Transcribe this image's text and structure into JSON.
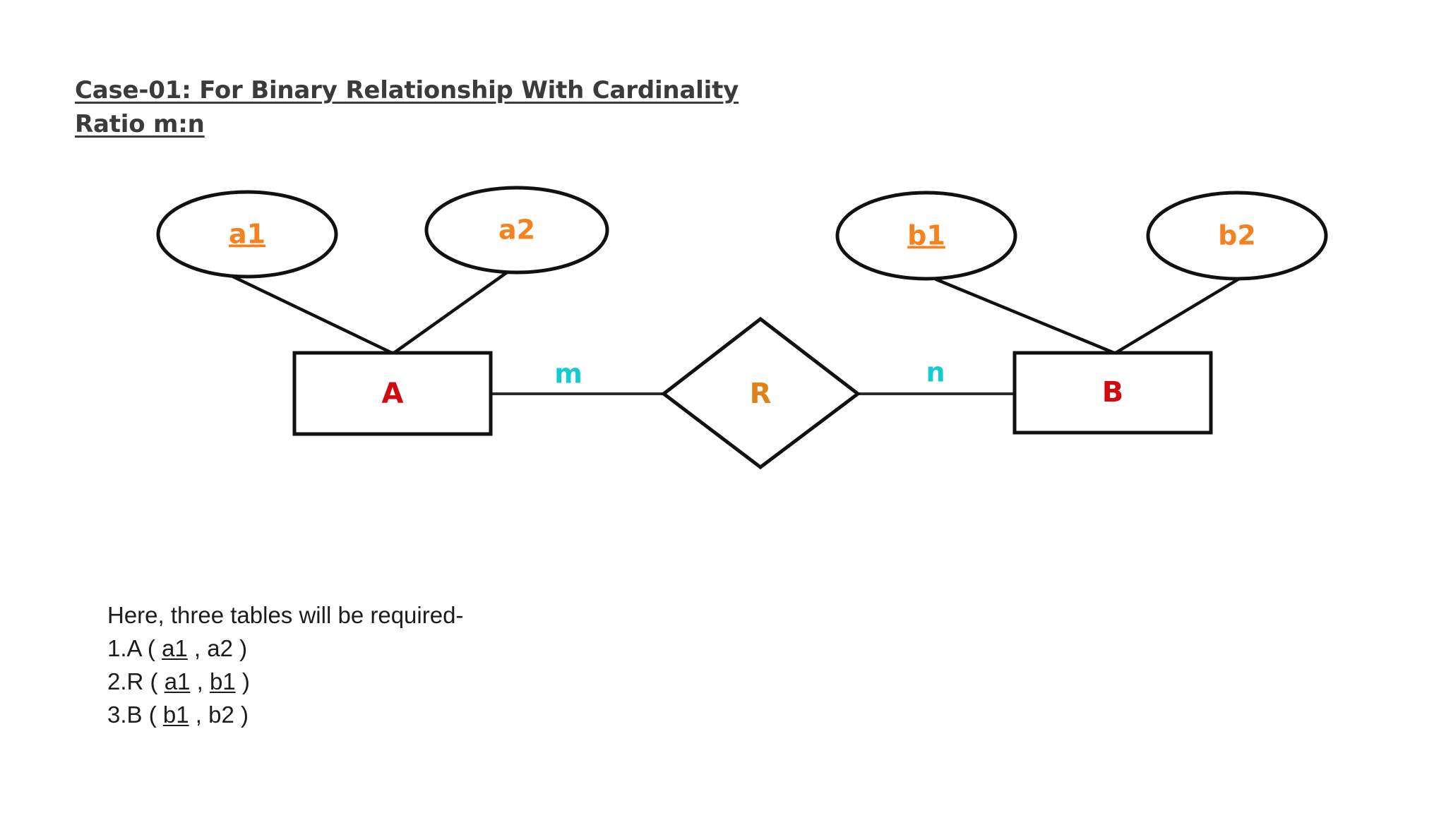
{
  "title": {
    "line1": "Case-01: For Binary Relationship With Cardinality",
    "line2": "Ratio m:n"
  },
  "colors": {
    "attribute_text": "#F58220",
    "relationship_text": "#E0821A",
    "entity_text": "#D10A10",
    "cardinality_text": "#14CBD4",
    "stroke": "#111111",
    "title_text": "#3b3b3b",
    "body_text": "#1c1c1c",
    "background": "#ffffff"
  },
  "diagram": {
    "type": "er-diagram",
    "attributes": [
      {
        "id": "a1",
        "label": "a1",
        "key": true,
        "owner": "A"
      },
      {
        "id": "a2",
        "label": "a2",
        "key": false,
        "owner": "A"
      },
      {
        "id": "b1",
        "label": "b1",
        "key": true,
        "owner": "B"
      },
      {
        "id": "b2",
        "label": "b2",
        "key": false,
        "owner": "B"
      }
    ],
    "entities": [
      {
        "id": "A",
        "label": "A"
      },
      {
        "id": "B",
        "label": "B"
      }
    ],
    "relationships": [
      {
        "id": "R",
        "label": "R",
        "from": "A",
        "to": "B"
      }
    ],
    "cardinalities": [
      {
        "id": "m",
        "label": "m",
        "side": "left",
        "between": "A-R"
      },
      {
        "id": "n",
        "label": "n",
        "side": "right",
        "between": "R-B"
      }
    ]
  },
  "notes": {
    "heading": "Here, three tables will be required-",
    "items": [
      {
        "num": "1.",
        "table": "A",
        "open": " ( ",
        "attrs": [
          {
            "t": "a1",
            "u": true
          },
          {
            "t": "a2",
            "u": false
          }
        ],
        "sep": " , ",
        "close": " )"
      },
      {
        "num": "2.",
        "table": "R",
        "open": " ( ",
        "attrs": [
          {
            "t": "a1",
            "u": true
          },
          {
            "t": "b1",
            "u": true
          }
        ],
        "sep": " , ",
        "close": " )"
      },
      {
        "num": "3.",
        "table": "B",
        "open": " ( ",
        "attrs": [
          {
            "t": "b1",
            "u": true
          },
          {
            "t": "b2",
            "u": false
          }
        ],
        "sep": " , ",
        "close": " )"
      }
    ],
    "line1_text": "Here, three tables will be required-",
    "line2_text": "1.A ( a1 , a2 )",
    "line3_text": "2.R ( a1 , b1 )",
    "line4_text": "3.B ( b1 , b2 )"
  }
}
